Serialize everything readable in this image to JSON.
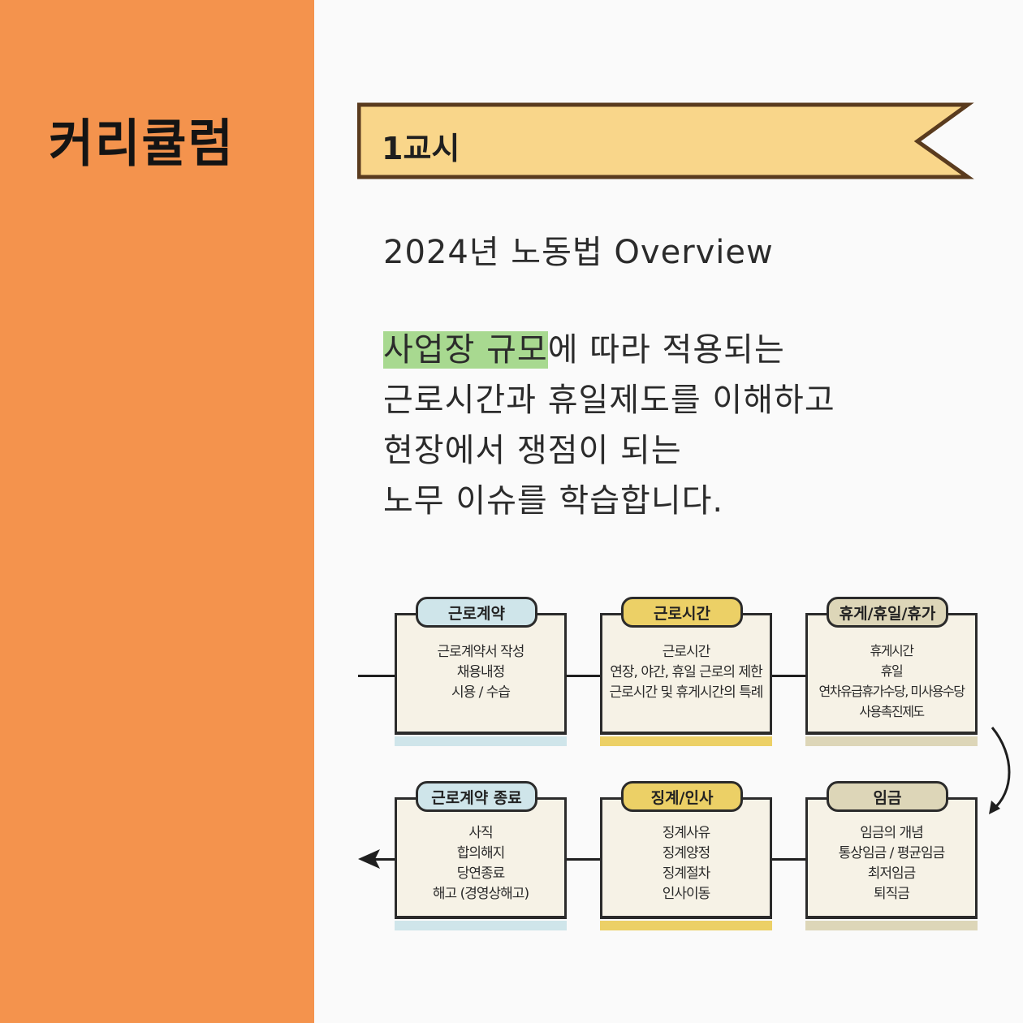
{
  "sidebar": {
    "title": "커리큘럼"
  },
  "lesson": {
    "label": "1교시"
  },
  "subtitle": "2024년 노동법 Overview",
  "description": {
    "highlight": "사업장 규모",
    "line1_rest": "에 따라 적용되는",
    "line2": "근로시간과 휴일제도를 이해하고",
    "line3": "현장에서 쟁점이 되는",
    "line4": "노무 이슈를 학습합니다."
  },
  "colors": {
    "sidebar": "#f4934d",
    "ribbon": "#f9d68a",
    "highlight": "#a8d990",
    "blue": "#cfe5ea",
    "yellow": "#ecd066",
    "beige": "#ddd6b8"
  },
  "modules": [
    {
      "title": "근로계약",
      "color": "blue",
      "items": [
        "근로계약서 작성",
        "채용내정",
        "시용 / 수습"
      ]
    },
    {
      "title": "근로시간",
      "color": "yellow",
      "items": [
        "근로시간",
        "연장, 야간, 휴일 근로의 제한",
        "근로시간 및 휴게시간의 특례"
      ]
    },
    {
      "title": "휴게/휴일/휴가",
      "color": "beige",
      "items": [
        "휴게시간",
        "휴일",
        "연차유급휴가수당, 미사용수당",
        "사용촉진제도"
      ]
    },
    {
      "title": "근로계약 종료",
      "color": "blue",
      "items": [
        "사직",
        "합의해지",
        "당연종료",
        "해고 (경영상해고)"
      ]
    },
    {
      "title": "징계/인사",
      "color": "yellow",
      "items": [
        "징계사유",
        "징계양정",
        "징계절차",
        "인사이동"
      ]
    },
    {
      "title": "임금",
      "color": "beige",
      "items": [
        "임금의 개념",
        "통상임금 / 평균임금",
        "최저임금",
        "퇴직금"
      ]
    }
  ]
}
